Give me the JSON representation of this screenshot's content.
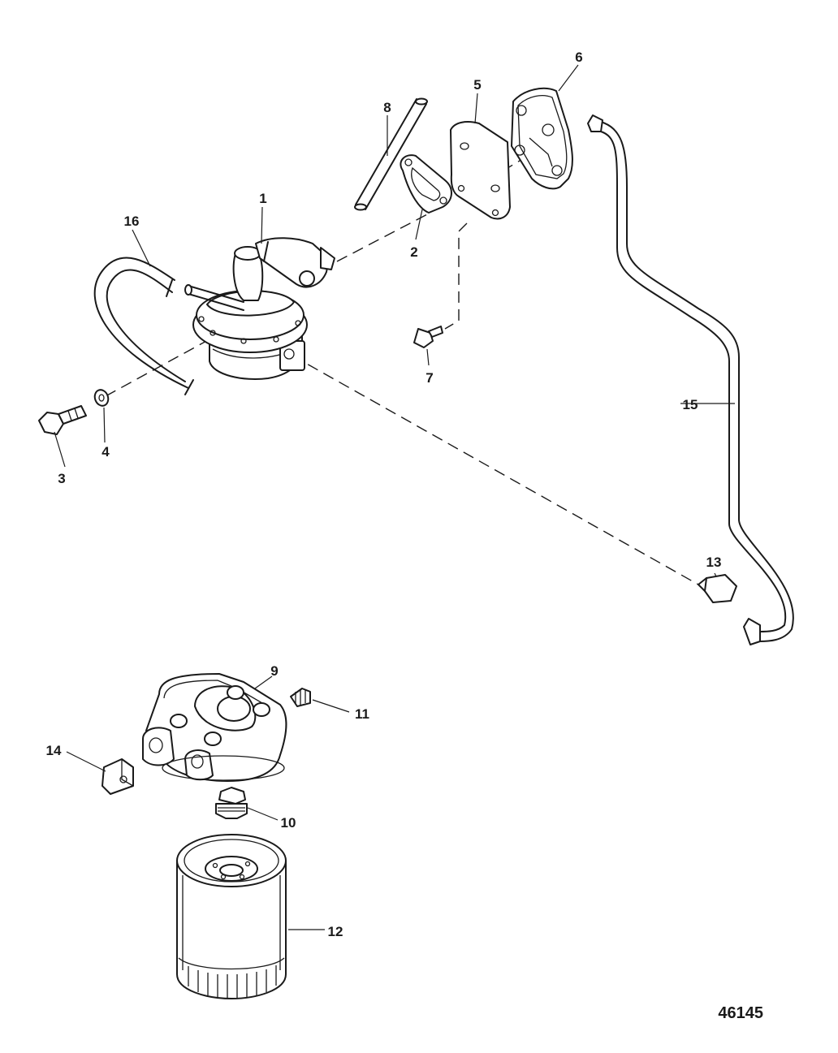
{
  "callouts": {
    "c1": "1",
    "c2": "2",
    "c3": "3",
    "c4": "4",
    "c5": "5",
    "c6": "6",
    "c7": "7",
    "c8": "8",
    "c9": "9",
    "c10": "10",
    "c11": "11",
    "c12": "12",
    "c13": "13",
    "c14": "14",
    "c15": "15",
    "c16": "16"
  },
  "reference_number": "46145"
}
